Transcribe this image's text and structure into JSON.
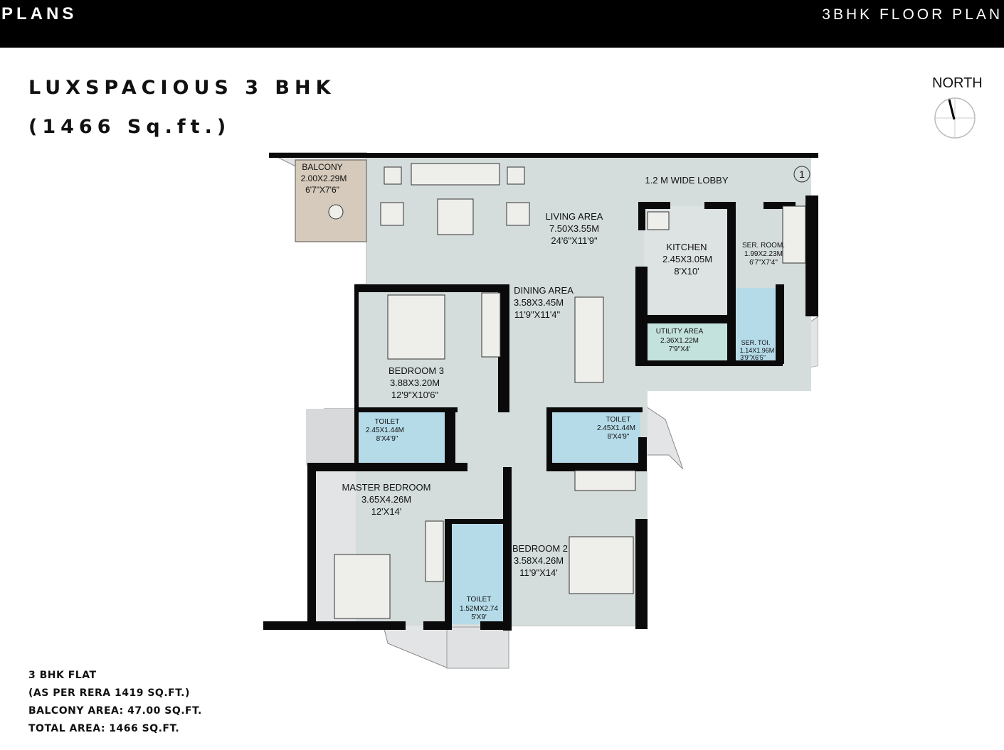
{
  "header": {
    "section": "PLANS",
    "page_title": "3BHK FLOOR PLAN"
  },
  "title": {
    "line1": "LUXSPACIOUS 3 BHK",
    "line2": "(1466 Sq.ft.)"
  },
  "north": {
    "label": "NORTH",
    "icon": "compass-icon"
  },
  "rooms": {
    "balcony": [
      "BALCONY",
      "2.00X2.29M",
      "6'7\"X7'6\""
    ],
    "lobby": [
      "1.2 M WIDE LOBBY"
    ],
    "entry_number": "1",
    "living": [
      "LIVING AREA",
      "7.50X3.55M",
      "24'6\"X11'9\""
    ],
    "dining": [
      "DINING AREA",
      "3.58X3.45M",
      "11'9\"X11'4\""
    ],
    "kitchen": [
      "KITCHEN",
      "2.45X3.05M",
      "8'X10'"
    ],
    "ser_room": [
      "SER. ROOM.",
      "1.99X2.23M",
      "6'7\"X7'4\""
    ],
    "utility": [
      "UTILITY AREA",
      "2.36X1.22M",
      "7'9\"X4'"
    ],
    "ser_toilet": [
      "SER. TOI.",
      "1.14X1.96M",
      "3'9\"X6'5\""
    ],
    "bedroom3": [
      "BEDROOM 3",
      "3.88X3.20M",
      "12'9\"X10'6\""
    ],
    "toilet_left": [
      "TOILET",
      "2.45X1.44M",
      "8'X4'9\""
    ],
    "toilet_right": [
      "TOILET",
      "2.45X1.44M",
      "8'X4'9\""
    ],
    "master_bedroom": [
      "MASTER BEDROOM",
      "3.65X4.26M",
      "12'X14'"
    ],
    "toilet_master": [
      "TOILET",
      "1.52MX2.74",
      "5'X9'"
    ],
    "bedroom2": [
      "BEDROOM 2",
      "3.58X4.26M",
      "11'9\"X14'"
    ]
  },
  "notes": [
    "3 BHK FLAT",
    "(AS PER RERA 1419 SQ.FT.)",
    "BALCONY AREA: 47.00 SQ.FT.",
    "TOTAL AREA: 1466 SQ.FT."
  ],
  "colors": {
    "floor": "#d4dcdc",
    "toilet": "#b5dbe9",
    "utility": "#c4e2dd",
    "balcony": "#d5cabb",
    "ledge": "#e3e4e6",
    "wall": "#0a0a0a"
  }
}
